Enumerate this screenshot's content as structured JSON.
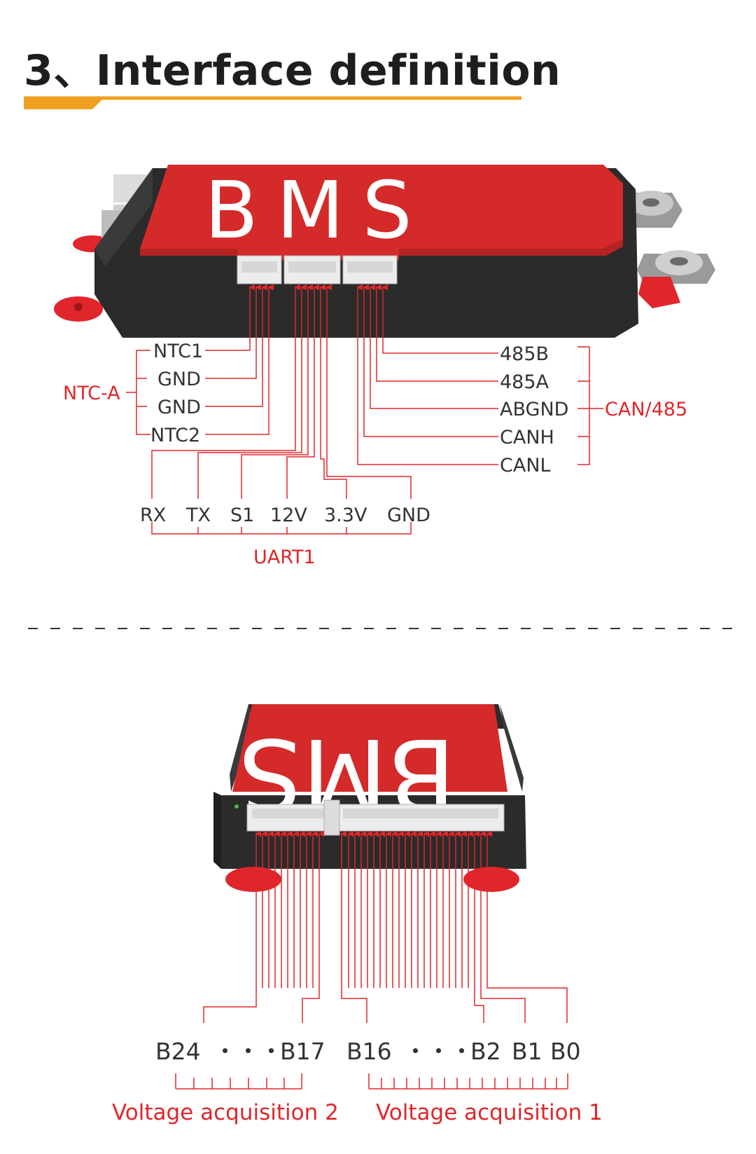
{
  "header": {
    "title": "3、Interface definition",
    "accent_color": "#f0a020"
  },
  "device": {
    "logo": "BMS",
    "case_color": "#d42a2a",
    "body_color": "#2b2b2b"
  },
  "top_section": {
    "ntc_group": {
      "label": "NTC-A",
      "pins": [
        "NTC1",
        "GND",
        "GND",
        "NTC2"
      ]
    },
    "can_group": {
      "label": "CAN/485",
      "pins": [
        "485B",
        "485A",
        "ABGND",
        "CANH",
        "CANL"
      ]
    },
    "uart_group": {
      "label": "UART1",
      "pins": [
        "RX",
        "TX",
        "S1",
        "12V",
        "3.3V",
        "GND"
      ]
    }
  },
  "bottom_section": {
    "group2": {
      "first": "B24",
      "dots": "・・・",
      "last": "B17",
      "label": "Voltage acquisition 2"
    },
    "group1": {
      "first": "B16",
      "dots": "・・・",
      "labels_end": [
        "B2",
        "B1",
        "B0"
      ],
      "label": "Voltage acquisition 1"
    }
  },
  "colors": {
    "line_red": "#e0262b",
    "text_dark": "#333333"
  }
}
